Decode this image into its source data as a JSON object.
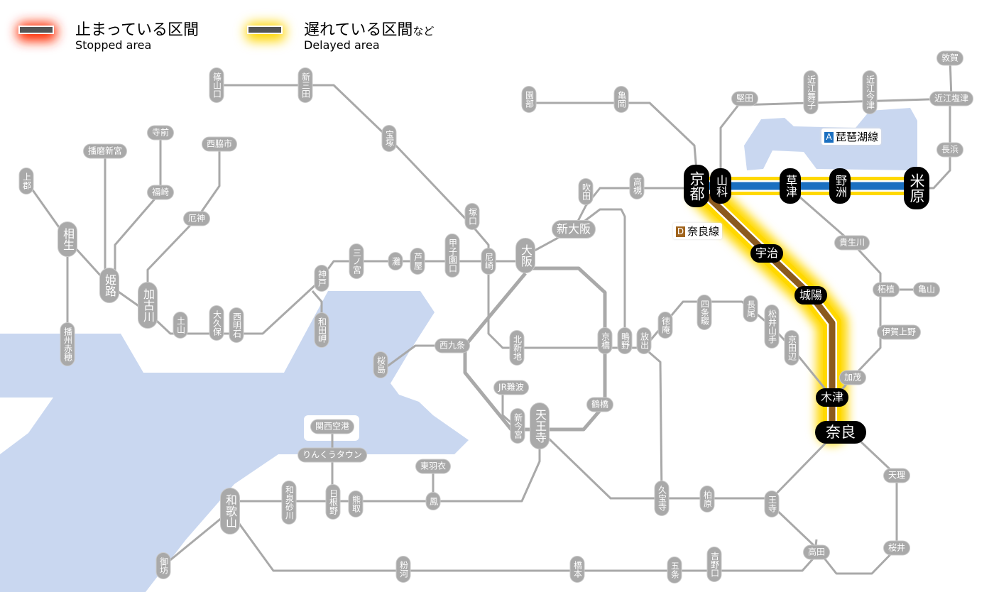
{
  "legend": {
    "stopped": {
      "jp": "止まっている区間",
      "en": "Stopped area",
      "glow_color": "#ff2a00"
    },
    "delayed": {
      "jp": "遅れている区間",
      "jp_suffix": "など",
      "en": "Delayed area",
      "glow_color": "#ffd500"
    }
  },
  "lines": {
    "biwako": {
      "letter": "A",
      "name": "琵琶湖線",
      "color": "#1a6fc0",
      "status": "delayed"
    },
    "nara": {
      "letter": "D",
      "name": "奈良線",
      "color": "#8b5a1e",
      "status": "delayed"
    }
  },
  "colors": {
    "line": "#a9a9a9",
    "water": "#c9d7f0",
    "glow": "#ffd800"
  },
  "stations": [
    {
      "name": "篠山口",
      "status": "normal"
    },
    {
      "name": "新三田",
      "status": "normal"
    },
    {
      "name": "宝塚",
      "status": "normal"
    },
    {
      "name": "塚口",
      "status": "normal"
    },
    {
      "name": "尼崎",
      "status": "normal"
    },
    {
      "name": "甲子園口",
      "status": "normal"
    },
    {
      "name": "芦屋",
      "status": "normal"
    },
    {
      "name": "灘",
      "status": "normal"
    },
    {
      "name": "三ノ宮",
      "status": "normal"
    },
    {
      "name": "神戸",
      "status": "normal"
    },
    {
      "name": "和田岬",
      "status": "normal"
    },
    {
      "name": "西明石",
      "status": "normal"
    },
    {
      "name": "大久保",
      "status": "normal"
    },
    {
      "name": "土山",
      "status": "normal"
    },
    {
      "name": "加古川",
      "status": "normal"
    },
    {
      "name": "姫路",
      "status": "normal"
    },
    {
      "name": "相生",
      "status": "normal"
    },
    {
      "name": "上郡",
      "status": "normal"
    },
    {
      "name": "播磨新宮",
      "status": "normal"
    },
    {
      "name": "寺前",
      "status": "normal"
    },
    {
      "name": "福崎",
      "status": "normal"
    },
    {
      "name": "西脇市",
      "status": "normal"
    },
    {
      "name": "厄神",
      "status": "normal"
    },
    {
      "name": "播州赤穂",
      "status": "normal"
    },
    {
      "name": "大阪",
      "status": "normal"
    },
    {
      "name": "新大阪",
      "status": "normal"
    },
    {
      "name": "吹田",
      "status": "normal"
    },
    {
      "name": "高槻",
      "status": "normal"
    },
    {
      "name": "園部",
      "status": "normal"
    },
    {
      "name": "亀岡",
      "status": "normal"
    },
    {
      "name": "北新地",
      "status": "normal"
    },
    {
      "name": "西九条",
      "status": "normal"
    },
    {
      "name": "桜島",
      "status": "normal"
    },
    {
      "name": "京橋",
      "status": "normal"
    },
    {
      "name": "鴫野",
      "status": "normal"
    },
    {
      "name": "放出",
      "status": "normal"
    },
    {
      "name": "徳庵",
      "status": "normal"
    },
    {
      "name": "四条畷",
      "status": "normal"
    },
    {
      "name": "長尾",
      "status": "normal"
    },
    {
      "name": "松井山手",
      "status": "normal"
    },
    {
      "name": "京田辺",
      "status": "normal"
    },
    {
      "name": "鶴橋",
      "status": "normal"
    },
    {
      "name": "JR難波",
      "status": "normal"
    },
    {
      "name": "新今宮",
      "status": "normal"
    },
    {
      "name": "天王寺",
      "status": "normal"
    },
    {
      "name": "関西空港",
      "status": "normal"
    },
    {
      "name": "りんくうタウン",
      "status": "normal"
    },
    {
      "name": "東羽衣",
      "status": "normal"
    },
    {
      "name": "鳳",
      "status": "normal"
    },
    {
      "name": "熊取",
      "status": "normal"
    },
    {
      "name": "日根野",
      "status": "normal"
    },
    {
      "name": "和泉砂川",
      "status": "normal"
    },
    {
      "name": "和歌山",
      "status": "normal"
    },
    {
      "name": "御坊",
      "status": "normal"
    },
    {
      "name": "粉河",
      "status": "normal"
    },
    {
      "name": "橋本",
      "status": "normal"
    },
    {
      "name": "五条",
      "status": "normal"
    },
    {
      "name": "吉野口",
      "status": "normal"
    },
    {
      "name": "久宝寺",
      "status": "normal"
    },
    {
      "name": "柏原",
      "status": "normal"
    },
    {
      "name": "王寺",
      "status": "normal"
    },
    {
      "name": "高田",
      "status": "normal"
    },
    {
      "name": "天理",
      "status": "normal"
    },
    {
      "name": "桜井",
      "status": "normal"
    },
    {
      "name": "加茂",
      "status": "normal"
    },
    {
      "name": "伊賀上野",
      "status": "normal"
    },
    {
      "name": "柘植",
      "status": "normal"
    },
    {
      "name": "亀山",
      "status": "normal"
    },
    {
      "name": "貴生川",
      "status": "normal"
    },
    {
      "name": "堅田",
      "status": "normal"
    },
    {
      "name": "近江舞子",
      "status": "normal"
    },
    {
      "name": "近江今津",
      "status": "normal"
    },
    {
      "name": "近江塩津",
      "status": "normal"
    },
    {
      "name": "敦賀",
      "status": "normal"
    },
    {
      "name": "長浜",
      "status": "normal"
    },
    {
      "name": "京都",
      "status": "delayed"
    },
    {
      "name": "山科",
      "status": "delayed"
    },
    {
      "name": "草津",
      "status": "delayed"
    },
    {
      "name": "野洲",
      "status": "delayed"
    },
    {
      "name": "米原",
      "status": "delayed"
    },
    {
      "name": "宇治",
      "status": "delayed"
    },
    {
      "name": "城陽",
      "status": "delayed"
    },
    {
      "name": "木津",
      "status": "delayed"
    },
    {
      "name": "奈良",
      "status": "delayed"
    }
  ]
}
